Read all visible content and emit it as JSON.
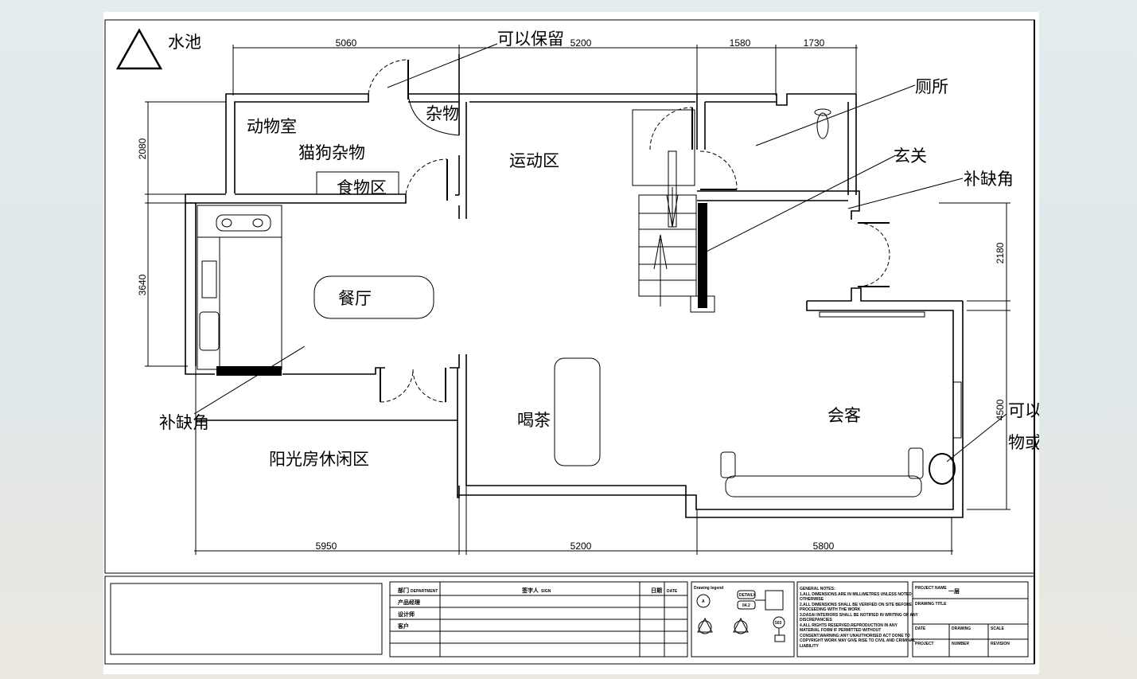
{
  "room_labels": {
    "pool": "水池",
    "keep": "可以保留",
    "sundries": "杂物",
    "animal_room": "动物室",
    "pet_sundries": "猫狗杂物",
    "food_area": "食物区",
    "sport_area": "运动区",
    "toilet": "厕所",
    "entrance": "玄关",
    "fill_corner_right": "补缺角",
    "dining": "餐厅",
    "fill_corner_left": "补缺角",
    "tea": "喝茶",
    "reception": "会客",
    "sunroom": "阳光房休闲区",
    "mascot_line1": "可以摆放吉祥",
    "mascot_line2": "物或花树"
  },
  "dimensions": {
    "top_1": "5060",
    "top_2": "5200",
    "top_3": "1580",
    "top_4": "1730",
    "left_1": "2080",
    "left_2": "3640",
    "right_1": "2180",
    "right_2": "4500",
    "bottom_1": "5950",
    "bottom_2": "5200",
    "bottom_3": "5800"
  },
  "title_block": {
    "dept_cn": "部门",
    "dept_en": "DEPARTMENT",
    "signer_cn": "签字人",
    "signer_en": "SIGN",
    "date_cn": "日期",
    "date_en": "DATE",
    "row1": "产品经理",
    "row2": "设计师",
    "row3": "客户",
    "legend_title": "Drawing legend",
    "detail_label": "DETAILY",
    "detail_code": "04.2",
    "sym_a": "A",
    "sym_503": "503",
    "notes_title": "GENERAL NOTES:",
    "note1": "1.ALL DIMENSIONS ARE IN MILLIMETRES UNLESS NOTED",
    "note1b": "OTHERWISE",
    "note2": "2.ALL DIMENSIONS SHALL BE VERIFIED ON SITE BEFORE",
    "note2b": "PROCEEDING WITH THE WORK",
    "note3": "3.DASAI INTERIORS SHALL BE NOTIFIED IN WRITING OF ANY",
    "note3b": "DISCREPANCIES",
    "note4": "4.ALL RIGHTS RESERVED.REPRODUCTION IN ANY",
    "note4b": "MATERIAL FORM IF PERMITTED WITHOUT",
    "note4c": "CONSENT.WARNING:ANY UNAUTHORISED ACT DONE TO",
    "note4d": "COPYRIGHT WORK MAY GIVE RISE TO CIVIL AND CRIMINAL",
    "note4e": "LIABILITY",
    "project_name_label": "PROJECT NAME",
    "project_name_value": "一层",
    "drawing_title_label": "DRAWING TITLE",
    "date_label": "DATE",
    "drawing_label": "DRAWING",
    "scale_label": "SCALE",
    "project_label": "PROJECT",
    "number_label": "NUMBER",
    "revision_label": "REVISION"
  }
}
